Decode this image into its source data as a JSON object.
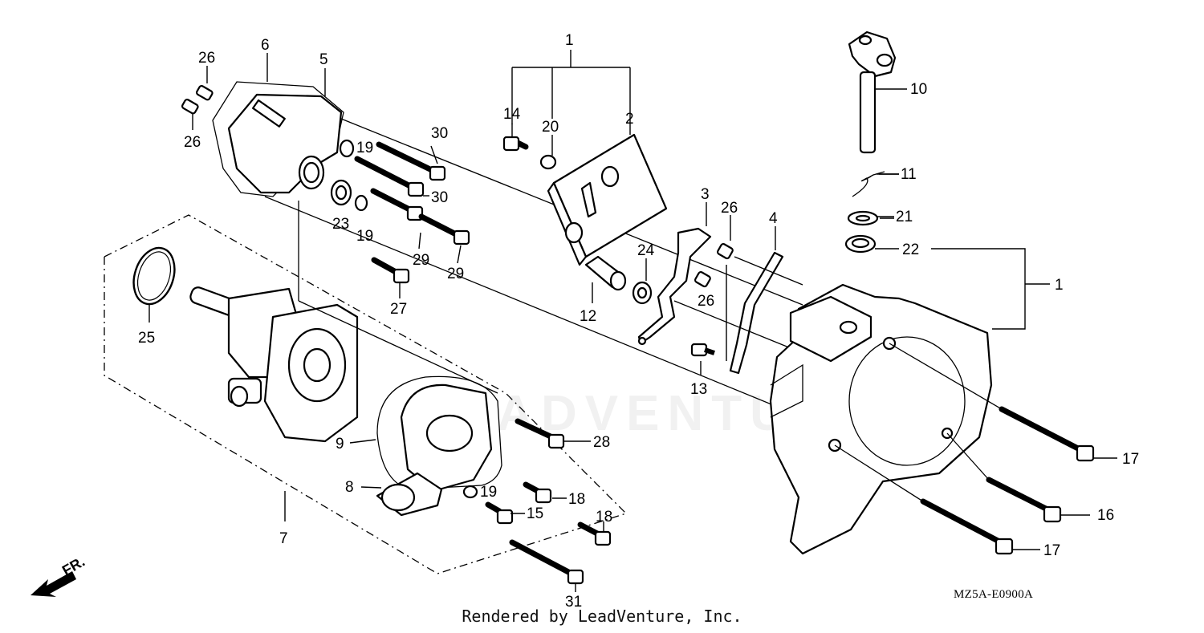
{
  "diagram": {
    "diagram_code": "MZ5A-E0900A",
    "footer": "Rendered by LeadVenture, Inc.",
    "watermark": "LEADVENTURE",
    "front_marker": "FR.",
    "callouts": [
      {
        "id": "c1a",
        "text": "1"
      },
      {
        "id": "c1b",
        "text": "1"
      },
      {
        "id": "c2",
        "text": "2"
      },
      {
        "id": "c3",
        "text": "3"
      },
      {
        "id": "c4",
        "text": "4"
      },
      {
        "id": "c5",
        "text": "5"
      },
      {
        "id": "c6",
        "text": "6"
      },
      {
        "id": "c7",
        "text": "7"
      },
      {
        "id": "c8",
        "text": "8"
      },
      {
        "id": "c9",
        "text": "9"
      },
      {
        "id": "c10",
        "text": "10"
      },
      {
        "id": "c11",
        "text": "11"
      },
      {
        "id": "c12",
        "text": "12"
      },
      {
        "id": "c13",
        "text": "13"
      },
      {
        "id": "c14",
        "text": "14"
      },
      {
        "id": "c15",
        "text": "15"
      },
      {
        "id": "c16",
        "text": "16"
      },
      {
        "id": "c17a",
        "text": "17"
      },
      {
        "id": "c17b",
        "text": "17"
      },
      {
        "id": "c18a",
        "text": "18"
      },
      {
        "id": "c18b",
        "text": "18"
      },
      {
        "id": "c19a",
        "text": "19"
      },
      {
        "id": "c19b",
        "text": "19"
      },
      {
        "id": "c19c",
        "text": "19"
      },
      {
        "id": "c20",
        "text": "20"
      },
      {
        "id": "c21",
        "text": "21"
      },
      {
        "id": "c22",
        "text": "22"
      },
      {
        "id": "c23",
        "text": "23"
      },
      {
        "id": "c24",
        "text": "24"
      },
      {
        "id": "c25",
        "text": "25"
      },
      {
        "id": "c26a",
        "text": "26"
      },
      {
        "id": "c26b",
        "text": "26"
      },
      {
        "id": "c26c",
        "text": "26"
      },
      {
        "id": "c26d",
        "text": "26"
      },
      {
        "id": "c27",
        "text": "27"
      },
      {
        "id": "c28",
        "text": "28"
      },
      {
        "id": "c29a",
        "text": "29"
      },
      {
        "id": "c29b",
        "text": "29"
      },
      {
        "id": "c30a",
        "text": "30"
      },
      {
        "id": "c30b",
        "text": "30"
      },
      {
        "id": "c31",
        "text": "31"
      }
    ]
  }
}
